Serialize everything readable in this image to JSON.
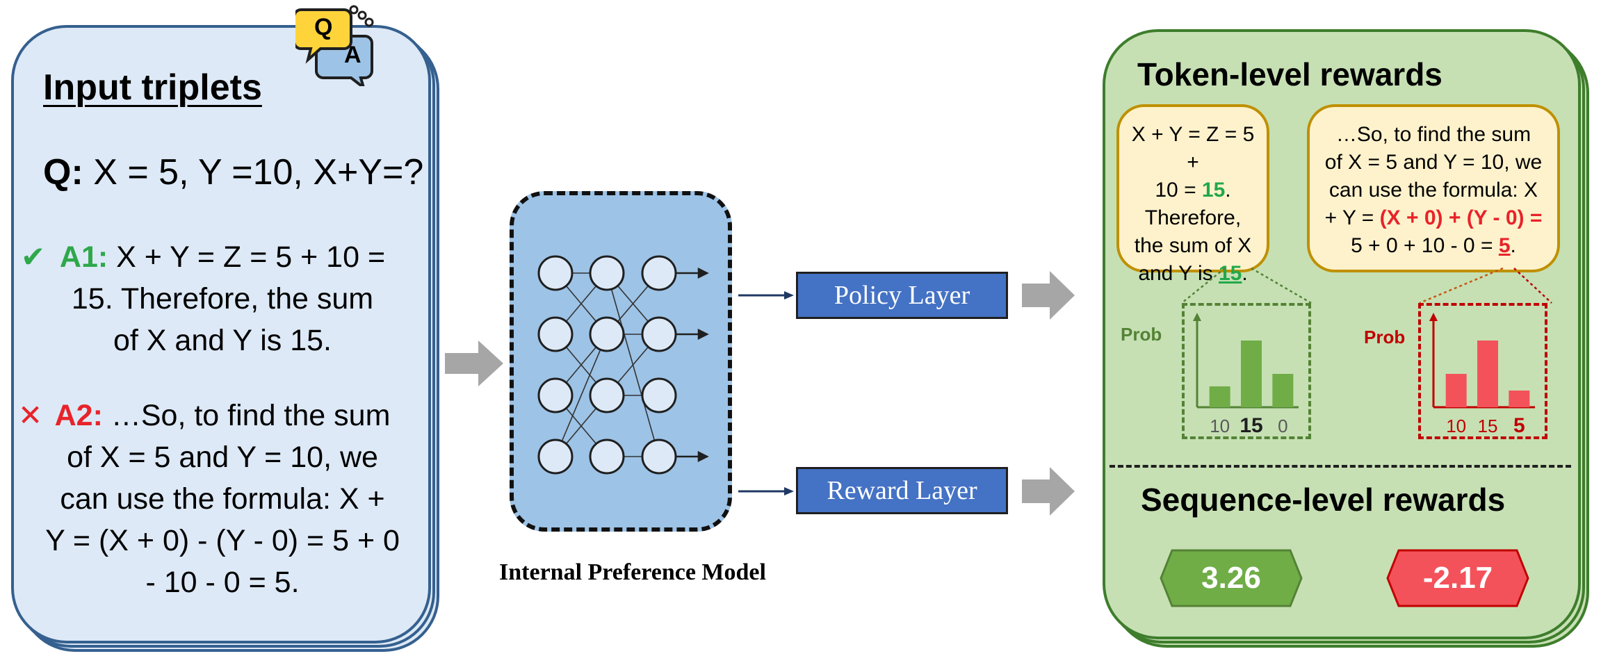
{
  "input": {
    "title": "Input triplets",
    "q_label": "Q:",
    "q_text": " X = 5, Y =10, X+Y=?",
    "a1_label": "A1:",
    "a1_lines": [
      " X + Y = Z = 5 + 10 =",
      "15. Therefore, the sum",
      "of X and Y is 15."
    ],
    "a2_label": "A2:",
    "a2_lines": [
      " …So, to find the sum",
      "of X = 5 and Y = 10, we",
      "can use the formula: X +",
      "Y = (X + 0) - (Y - 0) = 5 + 0",
      "- 10 - 0 = 5."
    ],
    "icon_q": "Q",
    "icon_a": "A"
  },
  "model": {
    "caption": "Internal Preference Model",
    "policy_layer": "Policy Layer",
    "reward_layer": "Reward Layer"
  },
  "output": {
    "token_title": "Token-level rewards",
    "sequence_title": "Sequence-level rewards",
    "bubble_left": {
      "l1": "X + Y = Z = 5 +",
      "l2_a": "10 = ",
      "l2_b": "15",
      "l2_c": ".",
      "l3": "Therefore,",
      "l4": "the sum of X",
      "l5_a": "and Y is ",
      "l5_b": "15",
      "l5_c": "."
    },
    "bubble_right": {
      "l1": "…So, to find the sum",
      "l2": "of X = 5 and Y = 10, we",
      "l3": "can use the formula: X",
      "l4_a": "+ Y = ",
      "l4_b": "(X + 0) + (Y - 0) =",
      "l5_a": "5 + 0 + 10 - 0 = ",
      "l5_b": "5",
      "l5_c": "."
    },
    "prob_label_left": "Prob",
    "prob_label_right": "Prob",
    "seq_score_good": "3.26",
    "seq_score_bad": "-2.17"
  },
  "chart_data": [
    {
      "type": "bar",
      "categories": [
        "10",
        "15",
        "0"
      ],
      "values": [
        0.25,
        0.8,
        0.4
      ],
      "ylabel": "Prob",
      "highlight": "15",
      "color": "#70ad47"
    },
    {
      "type": "bar",
      "categories": [
        "10",
        "15",
        "5"
      ],
      "values": [
        0.4,
        0.8,
        0.2
      ],
      "ylabel": "Prob",
      "highlight": "5",
      "color": "#f4525a"
    }
  ],
  "colors": {
    "left_panel": "#dde9f6",
    "model_box": "#9dc3e6",
    "layer_box": "#4472c4",
    "right_panel": "#c6e0b4",
    "bubble": "#fef2cc",
    "good": "#70ad47",
    "bad": "#f4525a"
  }
}
